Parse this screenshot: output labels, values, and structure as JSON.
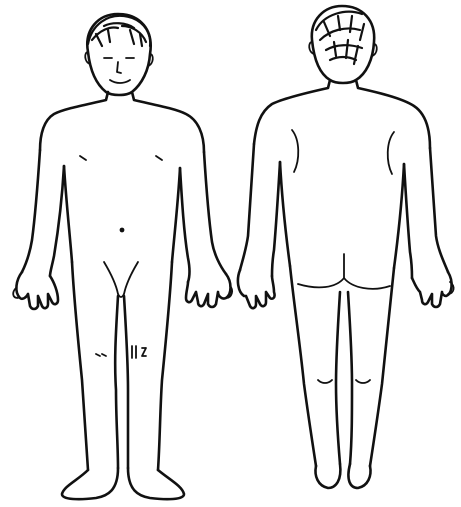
{
  "figure": {
    "views": [
      {
        "id": "front",
        "description_key": "front-view"
      },
      {
        "id": "back",
        "description_key": "back-view"
      }
    ],
    "colors": {
      "ink": "#111111",
      "paper": "#ffffff"
    }
  }
}
